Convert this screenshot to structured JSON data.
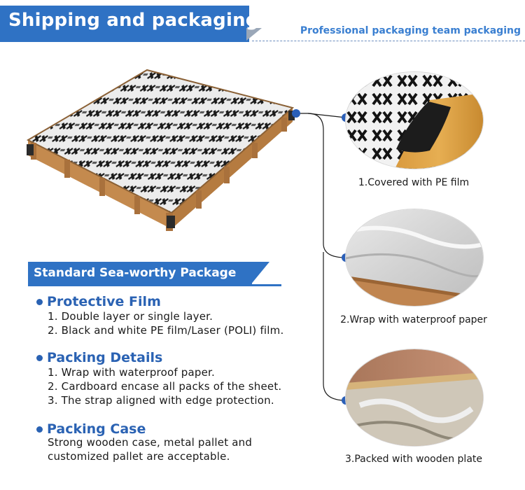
{
  "header": {
    "title": "Shipping and packaging",
    "subtitle": "Professional packaging team packaging"
  },
  "panel": {
    "title": "Standard Sea-worthy Package",
    "sections": [
      {
        "heading": "Protective Film",
        "lines": [
          "1. Double layer or single layer.",
          "2. Black and white PE film/Laser (POLI) film."
        ]
      },
      {
        "heading": "Packing Details",
        "lines": [
          "1. Wrap with waterproof paper.",
          "2. Cardboard encase all packs of the sheet.",
          "3. The strap aligned with edge protection."
        ]
      },
      {
        "heading": "Packing Case",
        "lines": [
          "Strong wooden case, metal pallet and",
          "customized pallet are acceptable."
        ]
      }
    ]
  },
  "steps": [
    {
      "caption": "1.Covered with PE film"
    },
    {
      "caption": "2.Wrap with waterproof paper"
    },
    {
      "caption": "3.Packed with wooden plate"
    }
  ],
  "colors": {
    "brand_blue": "#2f72c4",
    "heading_blue": "#2a62b3",
    "connector_dot": "#2a5fb8"
  }
}
